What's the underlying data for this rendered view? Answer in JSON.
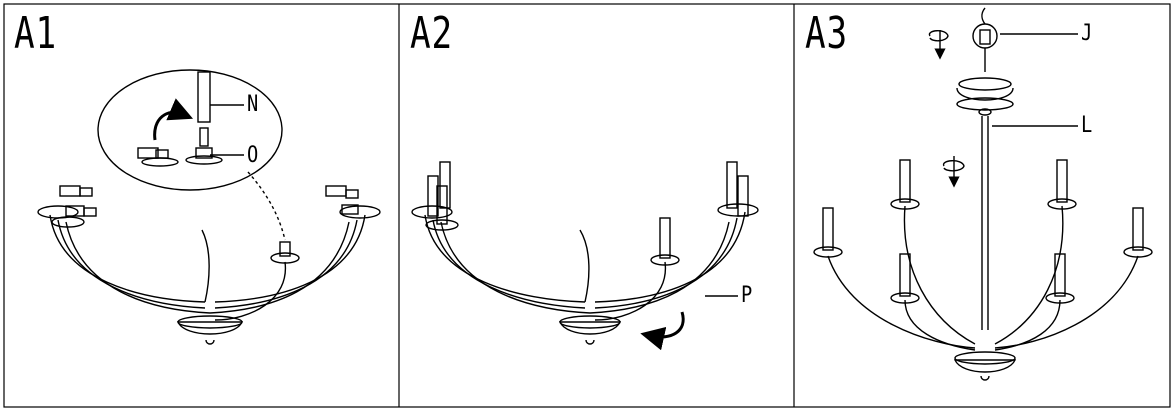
{
  "panels": [
    {
      "step": "A1",
      "callouts": [
        "N",
        "O"
      ]
    },
    {
      "step": "A2",
      "callouts": [
        "P"
      ]
    },
    {
      "step": "A3",
      "callouts": [
        "J",
        "L"
      ]
    }
  ],
  "colors": {
    "line": "#000000",
    "background": "#ffffff"
  }
}
